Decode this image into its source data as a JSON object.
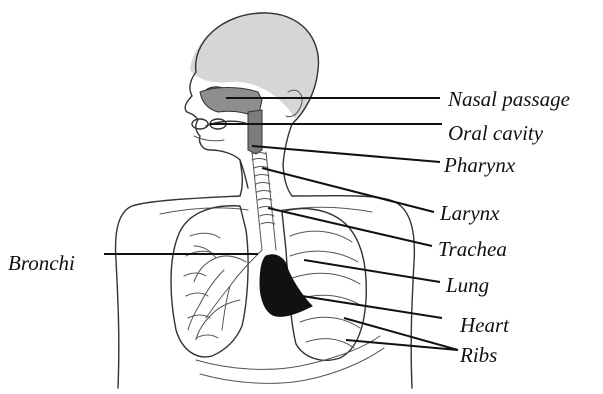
{
  "diagram": {
    "labels": {
      "nasal_passage": "Nasal passage",
      "oral_cavity": "Oral cavity",
      "pharynx": "Pharynx",
      "larynx": "Larynx",
      "trachea": "Trachea",
      "lung": "Lung",
      "heart": "Heart",
      "ribs": "Ribs",
      "bronchi": "Bronchi"
    },
    "colors": {
      "ink": "#111111",
      "outline": "#333333",
      "hair_shade": "#cfcfcf",
      "airway_shade": "#8a8a8a",
      "heart_fill": "#111111"
    }
  }
}
